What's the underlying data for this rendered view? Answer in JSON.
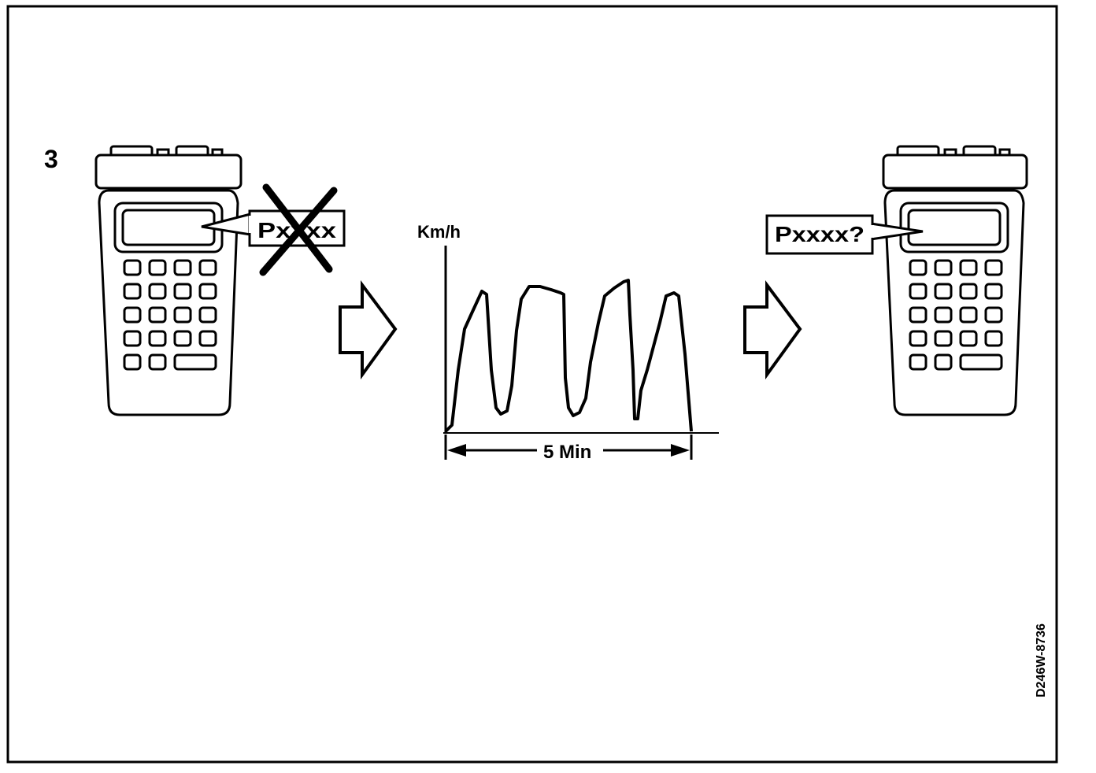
{
  "step_number": "3",
  "left_tester": {
    "bubble_text": "Pxxxx",
    "crossed_out": true
  },
  "speed_graph": {
    "y_axis_label": "Km/h",
    "duration_label": "5 Min"
  },
  "right_tester": {
    "bubble_text": "Pxxxx?"
  },
  "figure_code": "D246W-8736",
  "colors": {
    "ink": "#000000",
    "paper": "#ffffff",
    "device_fill": "#ffffff"
  }
}
